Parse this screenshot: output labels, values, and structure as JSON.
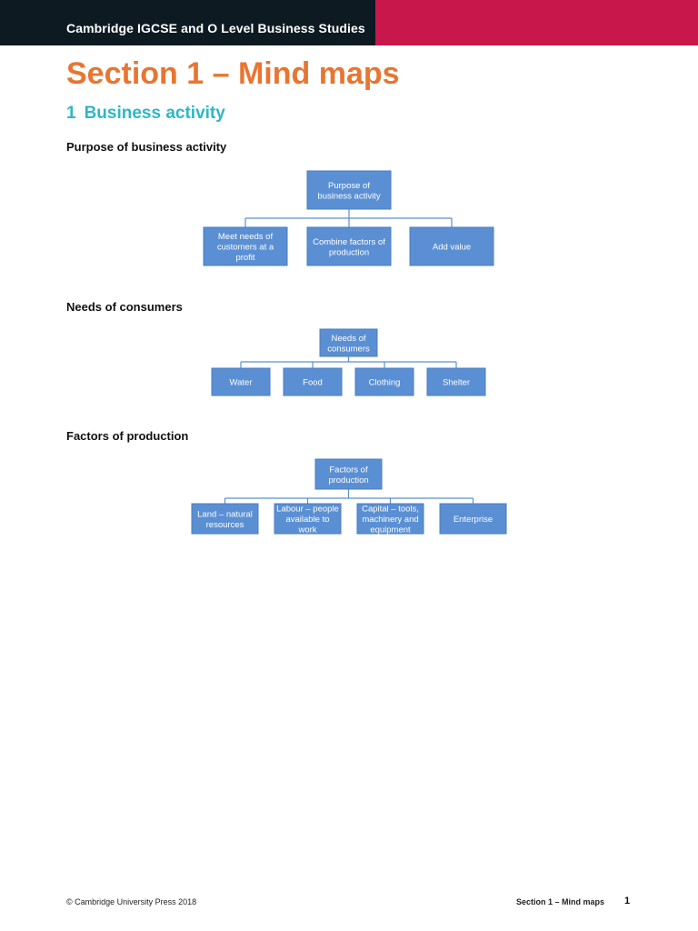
{
  "header": {
    "title": "Cambridge IGCSE and O Level Business Studies"
  },
  "section": {
    "title": "Section 1 – Mind maps"
  },
  "subsection": {
    "number": "1",
    "title": "Business activity"
  },
  "maps": [
    {
      "heading": "Purpose of business activity",
      "root": [
        "Purpose of",
        "business activity"
      ],
      "children": [
        [
          "Meet needs of",
          "customers at a",
          "profit"
        ],
        [
          "Combine factors of",
          "production"
        ],
        [
          "Add value"
        ]
      ]
    },
    {
      "heading": "Needs of consumers",
      "root": [
        "Needs of",
        "consumers"
      ],
      "children": [
        [
          "Water"
        ],
        [
          "Food"
        ],
        [
          "Clothing"
        ],
        [
          "Shelter"
        ]
      ]
    },
    {
      "heading": "Factors of production",
      "root": [
        "Factors of",
        "production"
      ],
      "children": [
        [
          "Land – natural",
          "resources"
        ],
        [
          "Labour – people",
          "available to",
          "work"
        ],
        [
          "Capital – tools,",
          "machinery and",
          "equipment"
        ],
        [
          "Enterprise"
        ]
      ]
    }
  ],
  "footer": {
    "copyright": "© Cambridge University Press 2018",
    "section_label": "Section 1 – Mind maps",
    "page_number": "1"
  },
  "colors": {
    "header_dark": "#0e1a22",
    "header_accent": "#c8174a",
    "section_title": "#e87532",
    "subsection_title": "#2fb7c5",
    "box_fill": "#5b8fd3"
  }
}
